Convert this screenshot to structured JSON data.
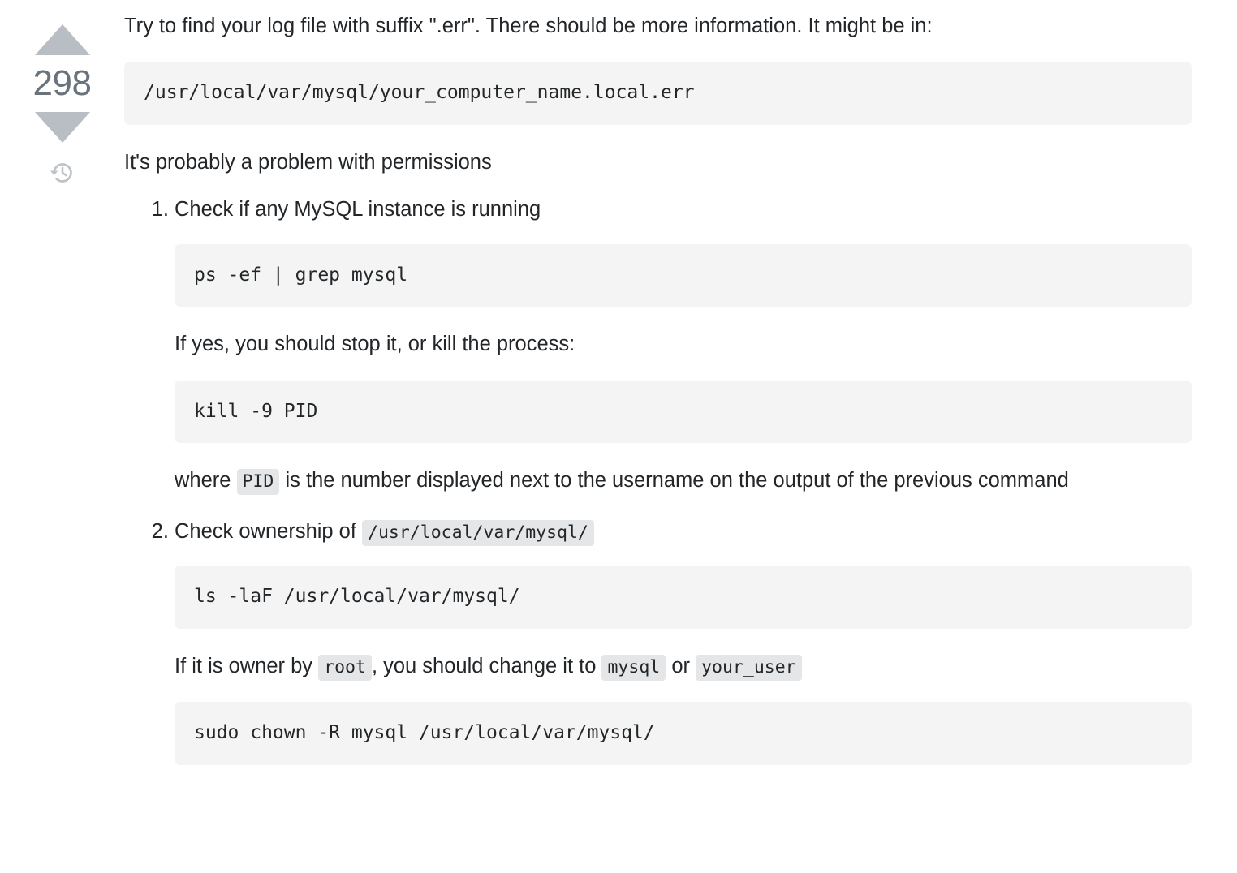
{
  "vote": {
    "upvote_label": "upvote",
    "downvote_label": "downvote",
    "score": "298",
    "history_label": "show revision history"
  },
  "post": {
    "intro_paragraph": "Try to find your log file with suffix \".err\". There should be more information. It might be in:",
    "intro_code": "/usr/local/var/mysql/your_computer_name.local.err",
    "permissions_heading": "It's probably a problem with permissions",
    "steps": [
      {
        "number": "1.",
        "title": "Check if any MySQL instance is running",
        "code_1": "ps -ef | grep mysql",
        "text_1": "If yes, you should stop it, or kill the process:",
        "code_2": "kill -9 PID",
        "text_2_before": "where",
        "text_2_chip": "PID",
        "text_2_after": "is the number displayed next to the username on the output of the previous command"
      },
      {
        "number": "2.",
        "title_before": "Check ownership of",
        "title_chip": "/usr/local/var/mysql/",
        "code_1": "ls -laF /usr/local/var/mysql/",
        "text_1_a": "If it is owner by",
        "text_1_chip_root": "root",
        "text_1_b": ", you should change it to",
        "text_1_chip_mysql": "mysql",
        "text_1_c": "or",
        "text_1_chip_user": "your_user",
        "code_2": "sudo chown -R mysql /usr/local/var/mysql/"
      }
    ]
  },
  "colors": {
    "code_block_bg": "#f4f4f4",
    "inline_code_bg": "#e4e6e8",
    "vote_arrow": "#b8bec4",
    "score_text": "#6a737c",
    "body_text": "#232629"
  }
}
